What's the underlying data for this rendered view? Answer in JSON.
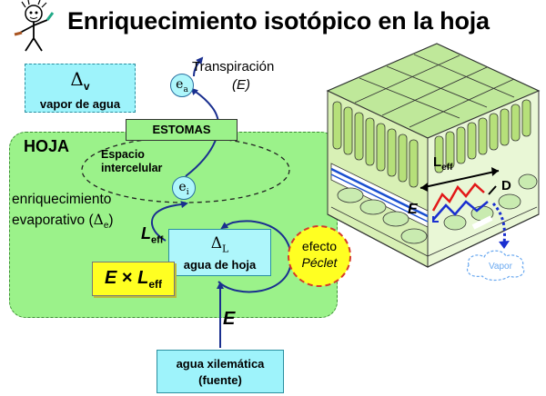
{
  "title": "Enriquecimiento isotópico en la hoja",
  "vapor_box": {
    "symbol": "Δv",
    "label": "vapor de agua"
  },
  "hoja_label": "HOJA",
  "estomas_label": "ESTOMAS",
  "espacio_label_1": "Espacio",
  "espacio_label_2": "intercelular",
  "transpiracion_label": "Transpiración",
  "transpiracion_symbol": "(E)",
  "ea_label": "ea",
  "ei_label": "ei",
  "enriquecimiento_1": "enriquecimiento",
  "enriquecimiento_2": "evaporativo (Δe)",
  "leff_label": "Leff",
  "delta_l_box": {
    "symbol": "ΔL",
    "label": "agua de hoja"
  },
  "e_times_leff": "E × Leff",
  "e_mid_label": "E",
  "peclet": {
    "line1": "efecto",
    "line2": "Péclet"
  },
  "xylem_box": {
    "line1": "agua xilemática",
    "line2": "(fuente)"
  },
  "leaf_illustration": {
    "leff_label": "Leff",
    "e_label": "E",
    "d_label": "D",
    "vapor_label": "Vapor"
  },
  "colors": {
    "hoja": "#9bf28a",
    "cyan": "#9ef3fb",
    "yellow": "#ffff22",
    "arrow": "#1a2f8f",
    "peclet_border": "#d63a2a"
  }
}
